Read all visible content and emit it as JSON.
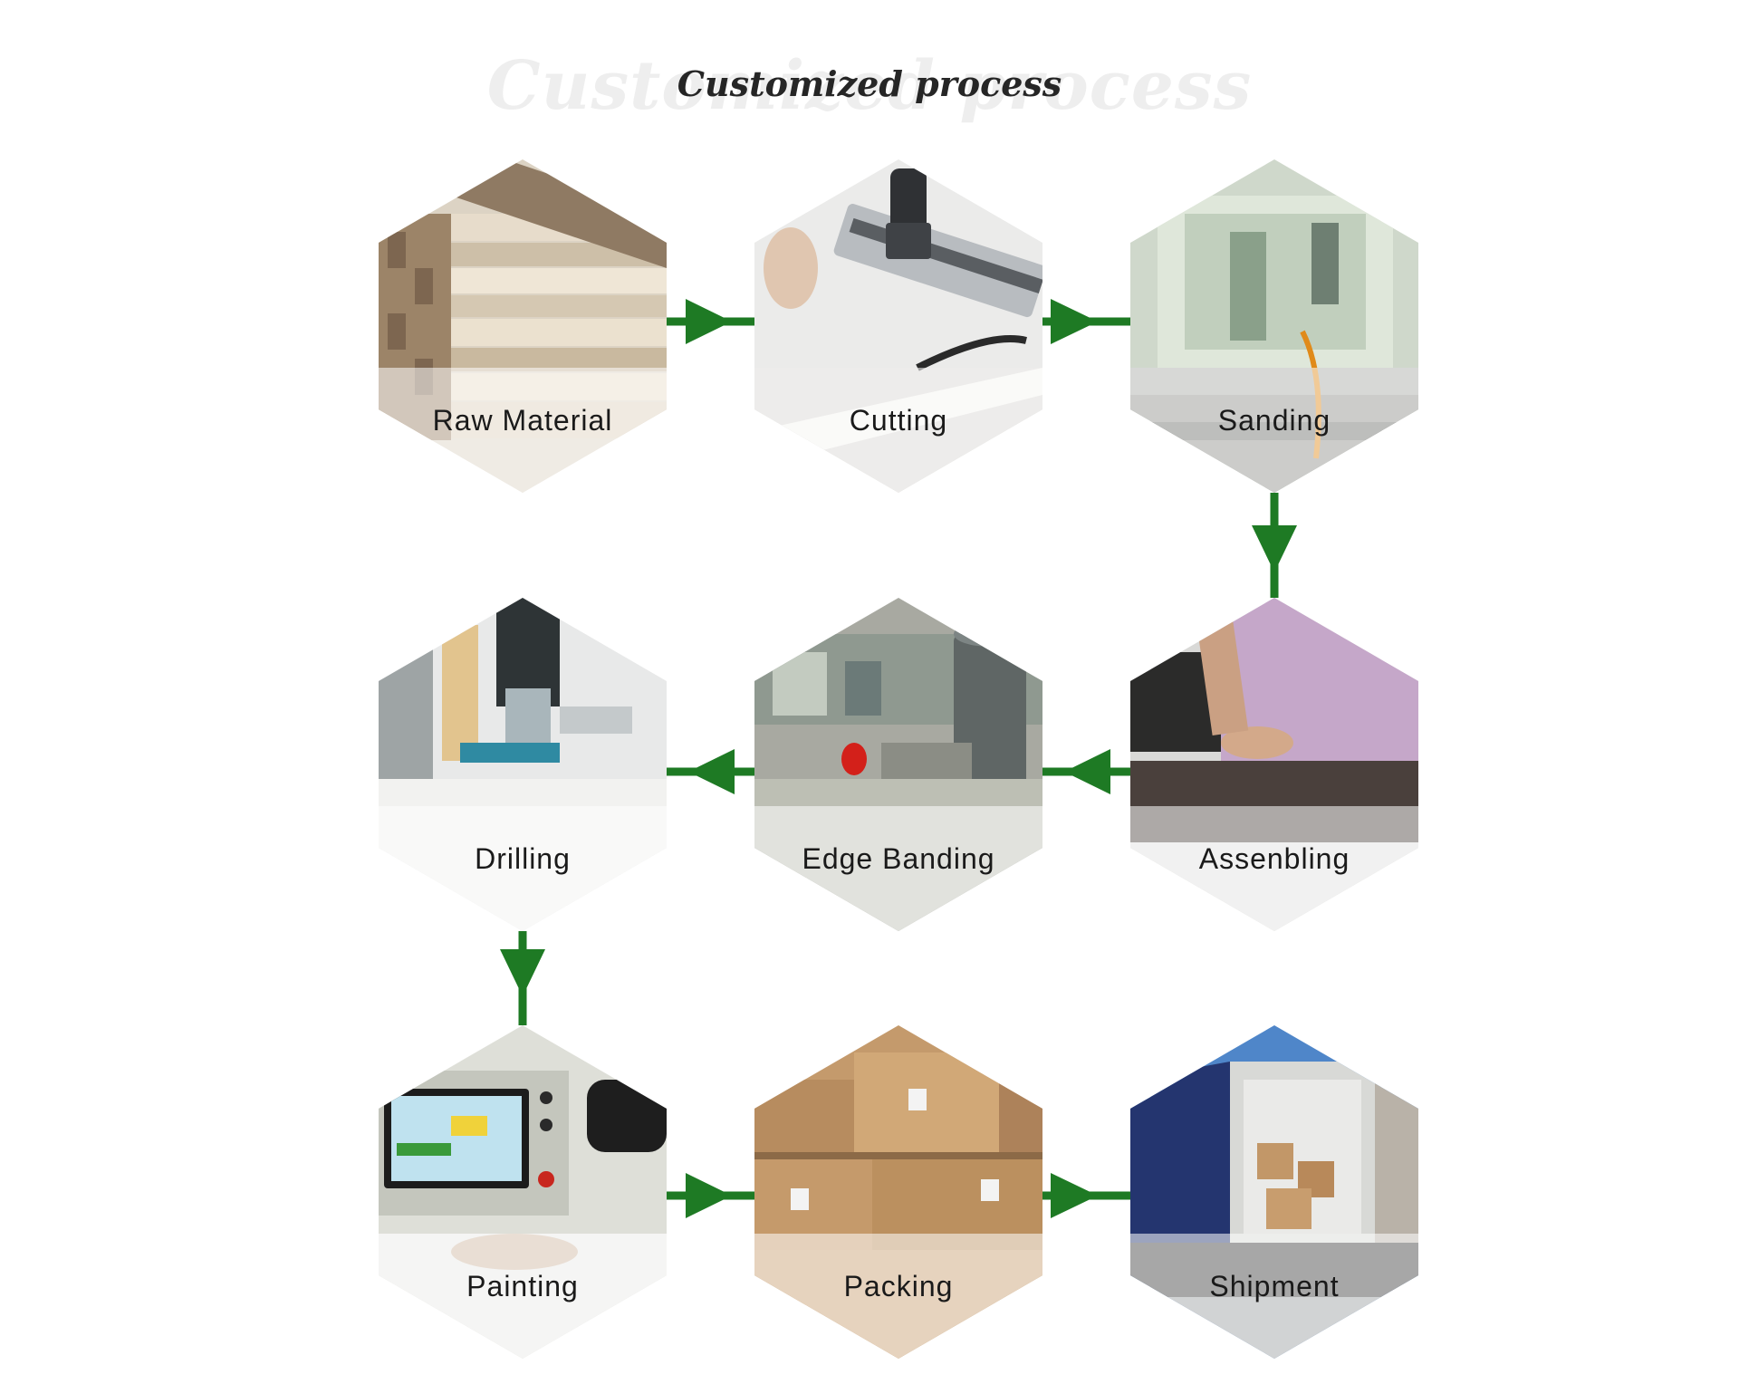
{
  "header": {
    "title": "Customized process",
    "ghost_title": "Customized process"
  },
  "steps": [
    {
      "label": "Raw Material",
      "icon": "lumber-stack-icon"
    },
    {
      "label": "Cutting",
      "icon": "panel-saw-icon"
    },
    {
      "label": "Sanding",
      "icon": "sanding-machine-icon"
    },
    {
      "label": "Assenbling",
      "icon": "assembly-hands-icon"
    },
    {
      "label": "Edge Banding",
      "icon": "edge-banding-machine-icon"
    },
    {
      "label": "Drilling",
      "icon": "cnc-drill-icon"
    },
    {
      "label": "Painting",
      "icon": "control-panel-icon"
    },
    {
      "label": "Packing",
      "icon": "cardboard-boxes-icon"
    },
    {
      "label": "Shipment",
      "icon": "container-truck-icon"
    }
  ],
  "colors": {
    "arrow": "#1e7a24",
    "label_band": "rgba(255,255,255,0.55)",
    "title": "#262626",
    "ghost_title": "#eeeeee"
  }
}
